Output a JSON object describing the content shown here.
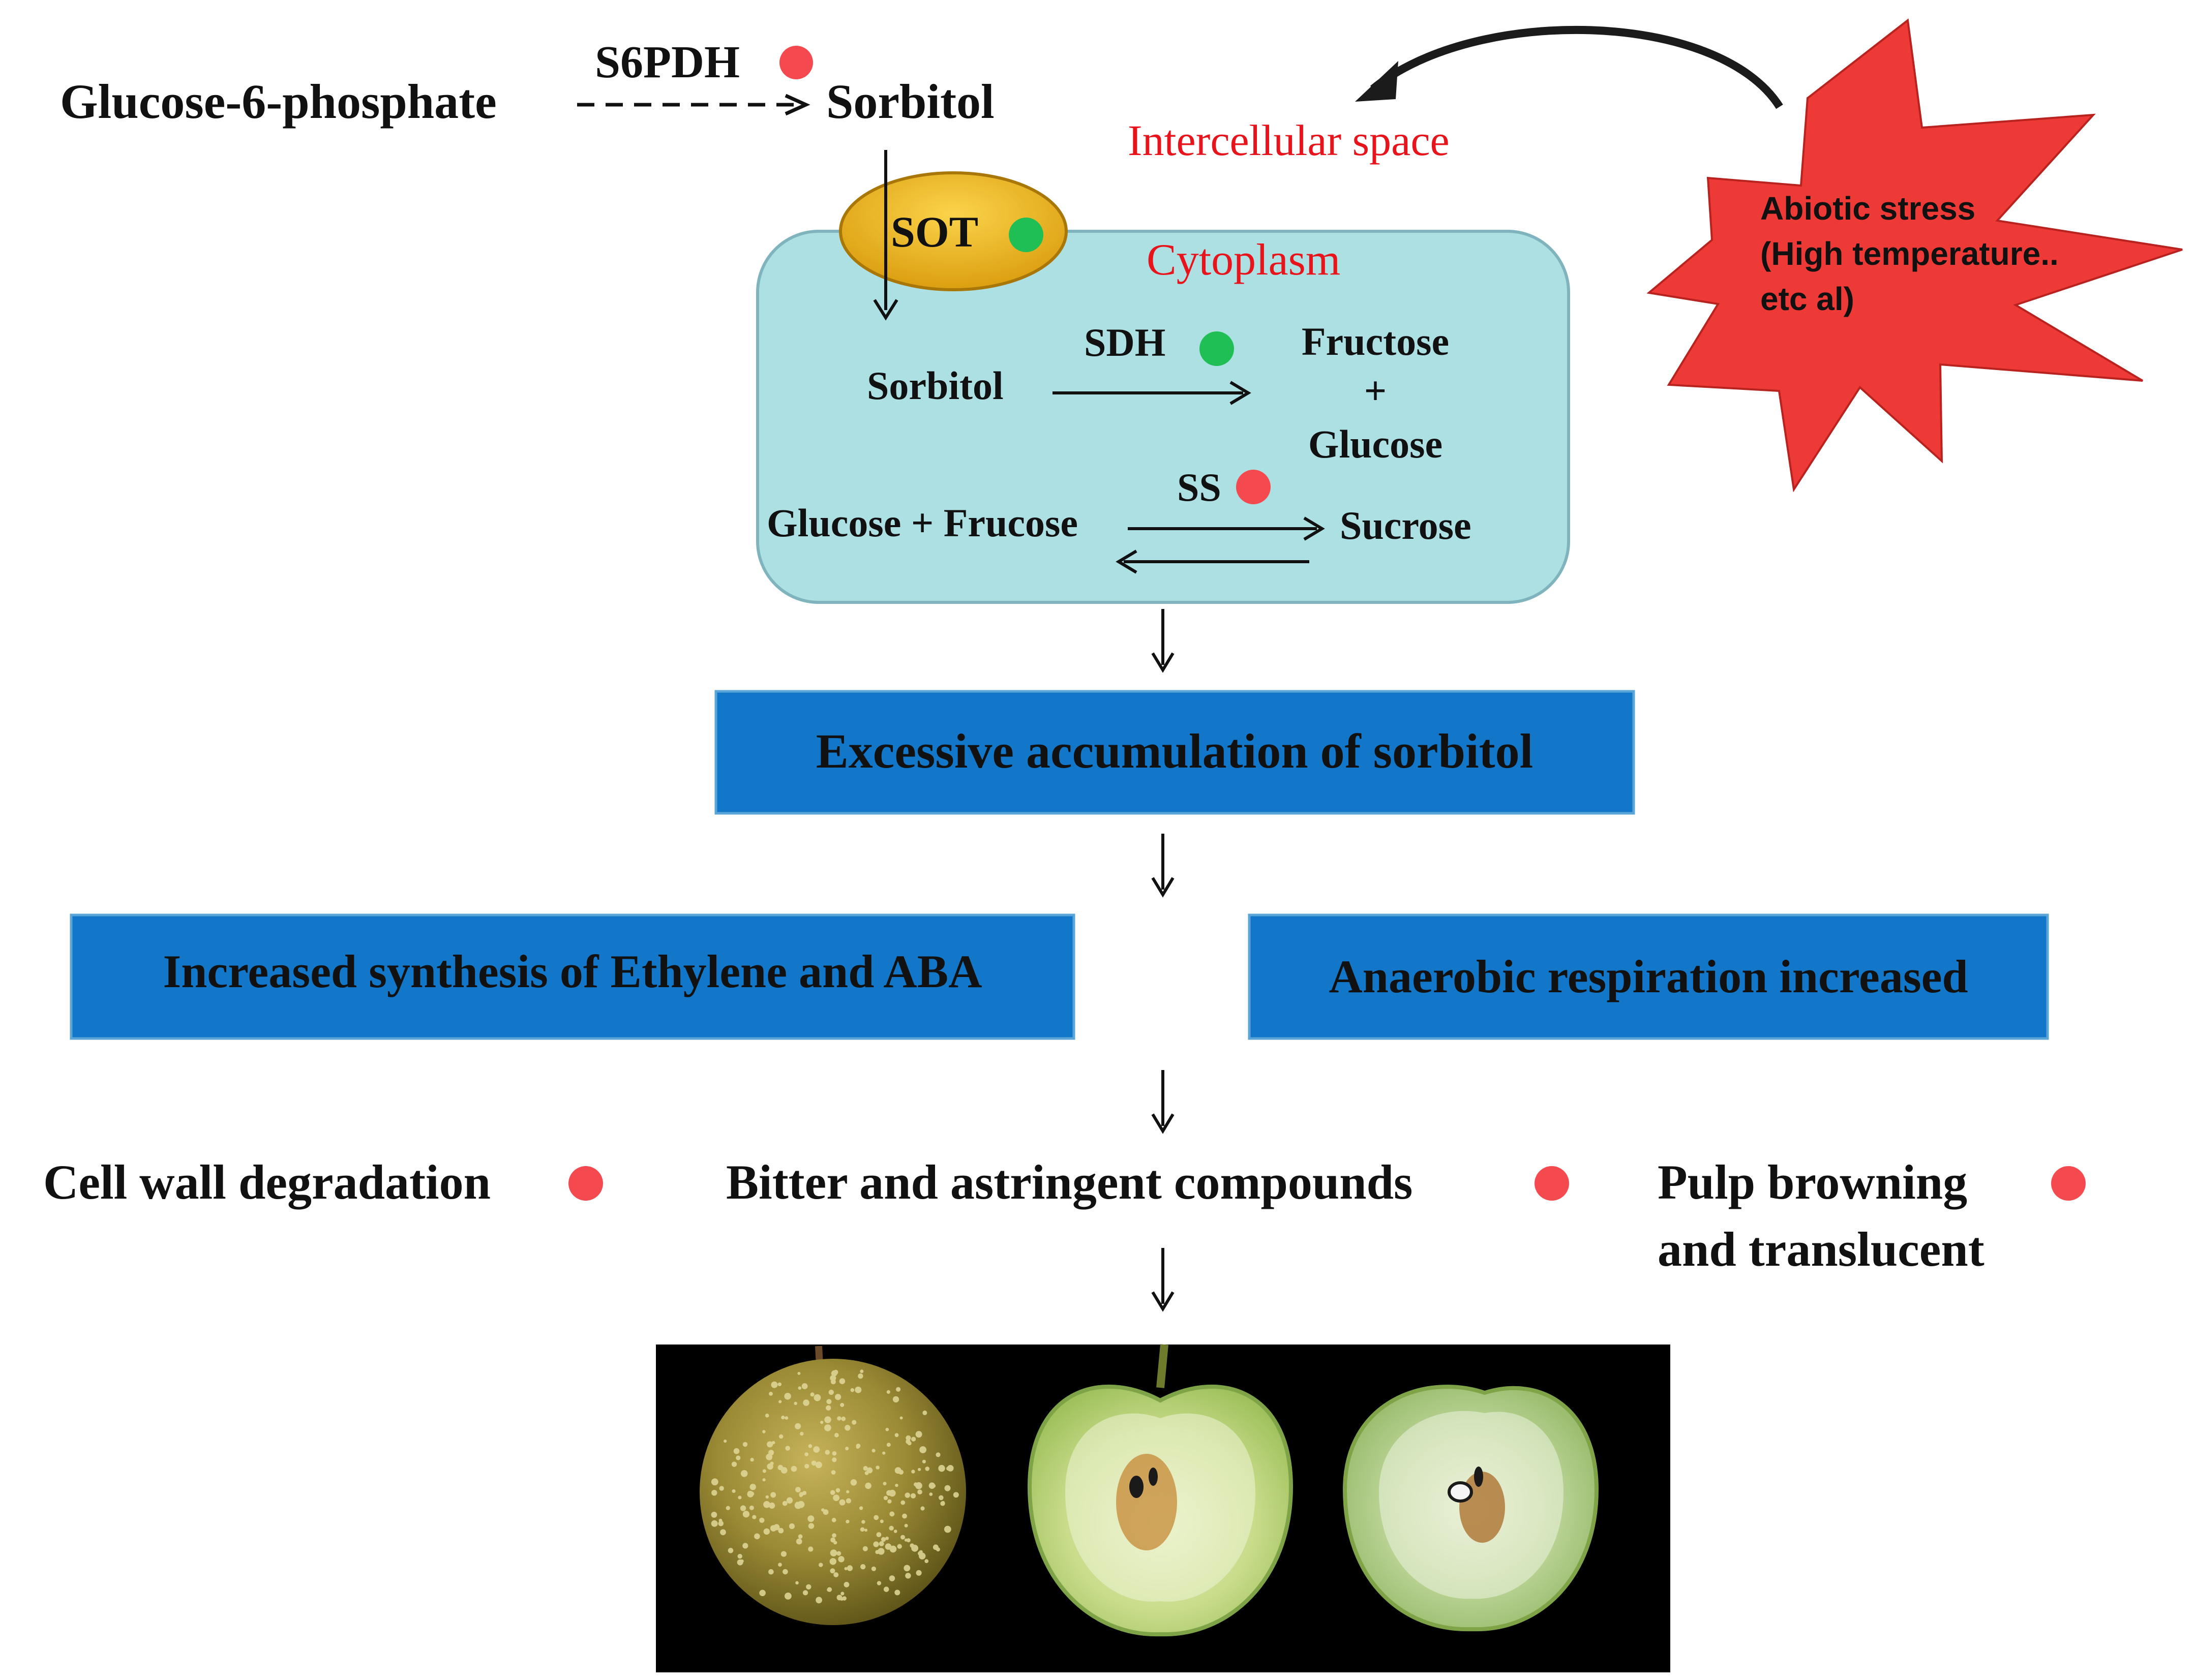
{
  "colors": {
    "up_regulated": "#f44a4f",
    "down_regulated": "#1fbf55",
    "compartment_label": "#e8141c",
    "cytoplasm_fill": "#ade0e3",
    "cytoplasm_stroke": "#7fb3bd",
    "transporter_fill": "#f0b418",
    "box_fill": "#1277c9",
    "stress_fill": "#ee3a37",
    "photo_bg": "#000000"
  },
  "synthesis": {
    "substrate": "Glucose-6-phosphate",
    "enzyme": "S6PDH",
    "product": "Sorbitol"
  },
  "compartments": {
    "intercellular": "Intercellular space",
    "cytoplasm": "Cytoplasm"
  },
  "transporter": {
    "label": "SOT"
  },
  "stress": {
    "line1": "Abiotic stress",
    "line2": "(High temperature..",
    "line3": "etc al)"
  },
  "sdh_reaction": {
    "substrate": "Sorbitol",
    "enzyme": "SDH",
    "product_line1": "Fructose",
    "product_plus": "+",
    "product_line2": "Glucose"
  },
  "ss_reaction": {
    "substrate": "Glucose + Frucose",
    "enzyme": "SS",
    "product": "Sucrose"
  },
  "boxes": {
    "accumulation": "Excessive accumulation of sorbitol",
    "hormones": "Increased synthesis of Ethylene and ABA",
    "respiration": "Anaerobic respiration increased"
  },
  "effects": {
    "cell_wall": "Cell wall degradation",
    "bitter": "Bitter and astringent compounds",
    "browning_line1": "Pulp browning",
    "browning_line2": "and translucent"
  },
  "photo": {
    "subjects": [
      "whole-pear-icon",
      "half-pear-icon",
      "half-pear-translucent-icon"
    ]
  }
}
